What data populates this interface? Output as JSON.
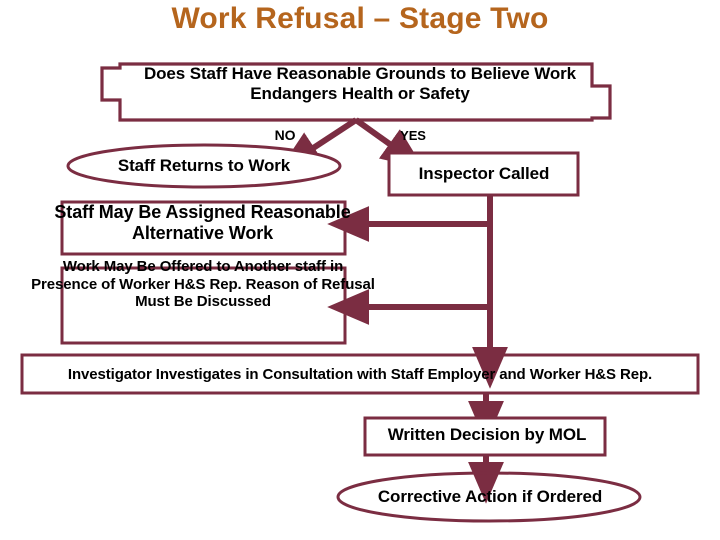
{
  "title": "Work Refusal – Stage Two",
  "theme": {
    "title_color": "#B5651D",
    "shape_stroke": "#7B2D42",
    "shape_fill": "#FFFFFF",
    "text_color": "#000000",
    "background": "#FFFFFF"
  },
  "nodes": {
    "decision": "Does Staff Have Reasonable Grounds to Believe Work Endangers Health or Safety",
    "returns_to_work": "Staff Returns to Work",
    "inspector_called": "Inspector Called",
    "alternative_work": "Staff May Be Assigned Reasonable Alternative Work",
    "another_staff": "Work May Be Offered to Another staff in Presence of Worker H&S Rep. Reason of Refusal Must Be Discussed",
    "investigator": "Investigator Investigates in Consultation with Staff Employer and Worker  H&S Rep.",
    "written_decision": "Written Decision by MOL",
    "corrective_action": "Corrective Action if Ordered"
  },
  "edge_labels": {
    "no": "NO",
    "yes": "YES"
  },
  "shapes": {
    "decision_shape": "preparation-hexagon",
    "returns_shape": "ellipse",
    "inspector_shape": "rectangle",
    "alternative_shape": "rectangle",
    "another_shape": "rectangle",
    "investigator_shape": "rectangle",
    "written_shape": "rectangle",
    "corrective_shape": "ellipse"
  }
}
